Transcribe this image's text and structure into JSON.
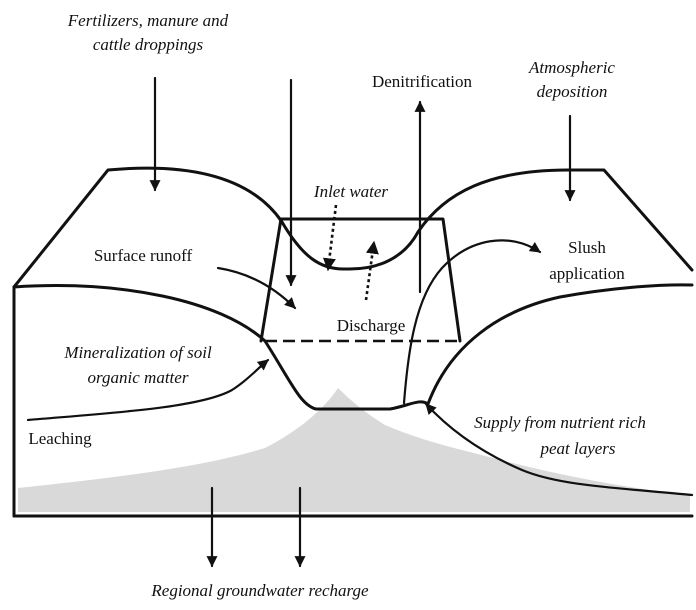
{
  "labels": {
    "fertilizers_line1": "Fertilizers, manure and",
    "fertilizers_line2": "cattle droppings",
    "denitrification": "Denitrification",
    "atmospheric_line1": "Atmospheric",
    "atmospheric_line2": "deposition",
    "inlet_water": "Inlet water",
    "surface_runoff": "Surface runoff",
    "slush_line1": "Slush",
    "slush_line2": "application",
    "discharge": "Discharge",
    "mineralization_line1": "Mineralization of soil",
    "mineralization_line2": "organic matter",
    "leaching": "Leaching",
    "supply_line1": "Supply from nutrient rich",
    "supply_line2": "peat layers",
    "groundwater": "Regional groundwater recharge"
  },
  "colors": {
    "line": "#111111",
    "groundwater_fill": "#d9d9d9",
    "background": "#ffffff"
  }
}
